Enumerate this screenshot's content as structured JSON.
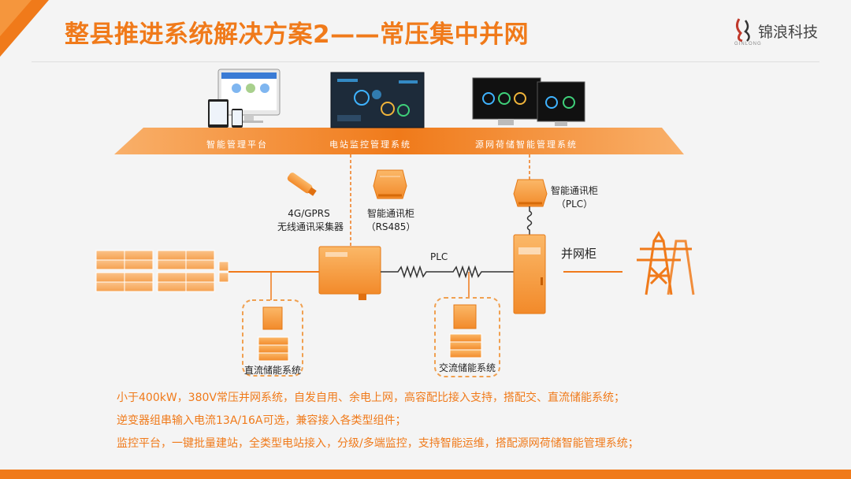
{
  "title": "整县推进系统解决方案2——常压集中并网",
  "logo": {
    "name": "锦浪科技",
    "sub": "GINLONG"
  },
  "platforms": [
    {
      "label": "智能管理平台"
    },
    {
      "label": "电站监控管理系统"
    },
    {
      "label": "源网荷储智能管理系统"
    }
  ],
  "devices": {
    "wireless": {
      "line1": "4G/GPRS",
      "line2": "无线通讯采集器"
    },
    "comm_rs485": {
      "line1": "智能通讯柜",
      "line2": "（RS485）"
    },
    "comm_plc": {
      "line1": "智能通讯柜",
      "line2": "（PLC）"
    },
    "plc_link": "PLC",
    "grid_cabinet": "并网柜",
    "dc_storage": "直流储能系统",
    "ac_storage": "交流储能系统"
  },
  "descriptions": [
    "小于400kW，380V常压并网系统，自发自用、余电上网，高容配比接入支持，搭配交、直流储能系统；",
    "逆变器组串输入电流13A/16A可选，兼容接入各类型组件；",
    "监控平台，一键批量建站，全类型电站接入，分级/多端监控，支持智能运维，搭配源网荷储智能管理系统；"
  ],
  "colors": {
    "accent": "#f07a1a",
    "accent_light": "#f6a24d",
    "dark": "#1d2b3a"
  }
}
